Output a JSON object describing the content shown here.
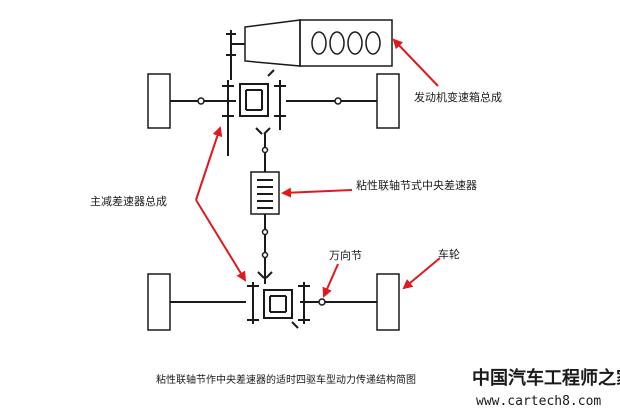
{
  "labels": {
    "engine_transmission": "发动机变速箱总成",
    "center_diff": "粘性联轴节式中央差速器",
    "final_drive": "主减差速器总成",
    "universal_joint": "万向节",
    "wheel": "车轮"
  },
  "caption": "粘性联轴节作中央差速器的适时四驱车型动力传递结构简图",
  "watermark": {
    "cn": "中国汽车工程师之家",
    "url": "www.cartech8.com"
  },
  "colors": {
    "arrow": "#e0191f",
    "line": "#1a1a1a"
  }
}
